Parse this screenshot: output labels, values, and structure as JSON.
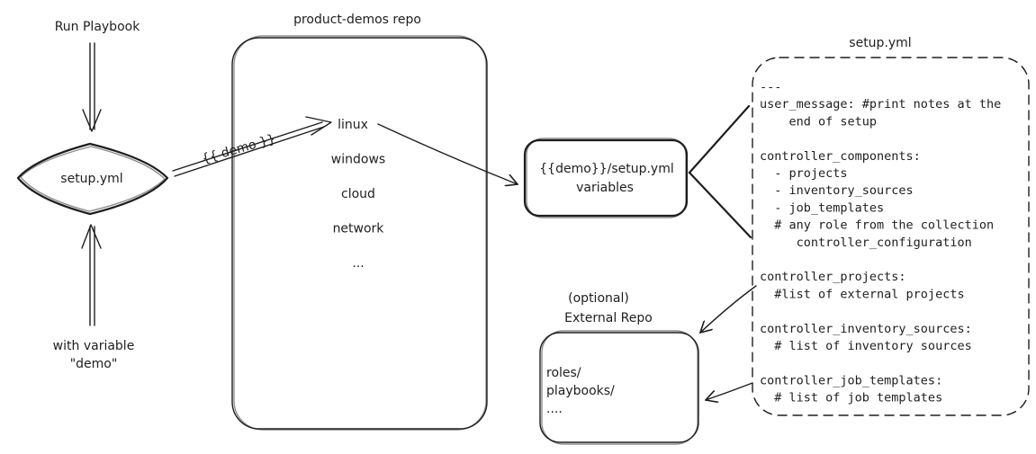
{
  "labels": {
    "run_playbook": "Run Playbook",
    "setup_node": "setup.yml",
    "with_variable_line1": "with variable",
    "with_variable_line2": "\"demo\"",
    "repo_title": "product-demos repo",
    "demo_var": "{{ demo }}",
    "setup_file_title": "setup.yml",
    "vars_line1": "{{demo}}/setup.yml",
    "vars_line2": "variables",
    "external_line1": "(optional)",
    "external_line2": "External Repo"
  },
  "repo_items": [
    "linux",
    "windows",
    "cloud",
    "network",
    "..."
  ],
  "external_items": [
    "roles/",
    "playbooks/",
    "...."
  ],
  "setup_lines": [
    "---",
    "user_message: #print notes at the",
    "    end of setup",
    "",
    "controller_components:",
    "  - projects",
    "  - inventory_sources",
    "  - job_templates",
    "  # any role from the collection",
    "     controller_configuration",
    "",
    "controller_projects:",
    "  #list of external projects",
    "",
    "controller_inventory_sources:",
    "  # list of inventory sources",
    "",
    "controller_job_templates:",
    "  # list of job templates"
  ]
}
